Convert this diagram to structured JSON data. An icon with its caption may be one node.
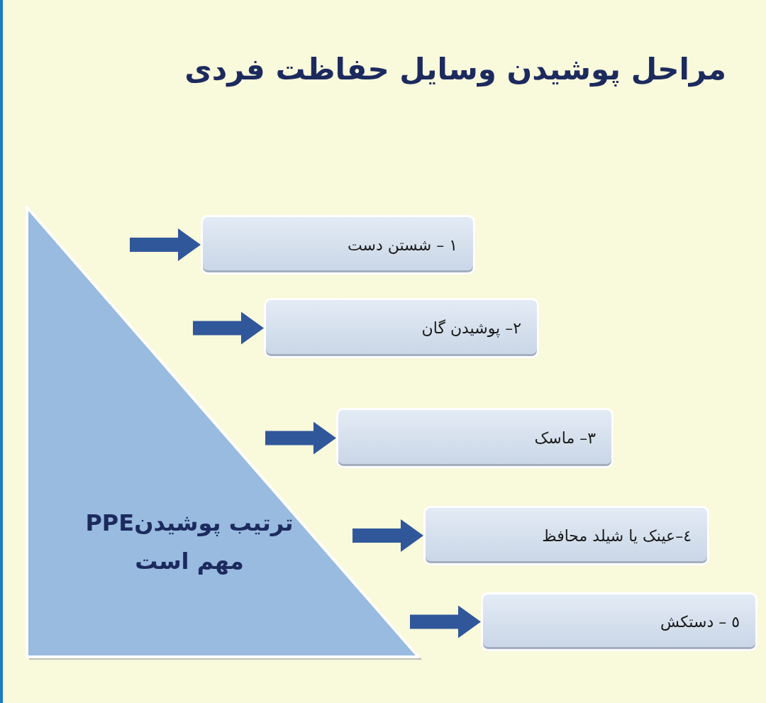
{
  "diagram": {
    "title": "مراحل پوشیدن وسایل حفاظت فردی",
    "nodes": [
      {
        "text": [
          "ترتیب پوشیدنPPE مهم است"
        ]
      },
      {
        "text": [
          "١ – شستن دست"
        ]
      },
      {
        "text": [
          "٢– پوشیدن گان"
        ]
      },
      {
        "text": [
          "٣– ماسک"
        ]
      },
      {
        "text": [
          "٤–عینک یا شیلد محافظ"
        ]
      },
      {
        "text": [
          "٥ – دستکش"
        ]
      }
    ],
    "edges": [
      {
        "from": null,
        "to": 1,
        "arrow": "to"
      },
      {
        "from": null,
        "to": 2,
        "arrow": "to"
      },
      {
        "from": null,
        "to": 3,
        "arrow": "to"
      },
      {
        "from": null,
        "to": 4,
        "arrow": "to"
      },
      {
        "from": null,
        "to": 5,
        "arrow": "to"
      }
    ]
  }
}
